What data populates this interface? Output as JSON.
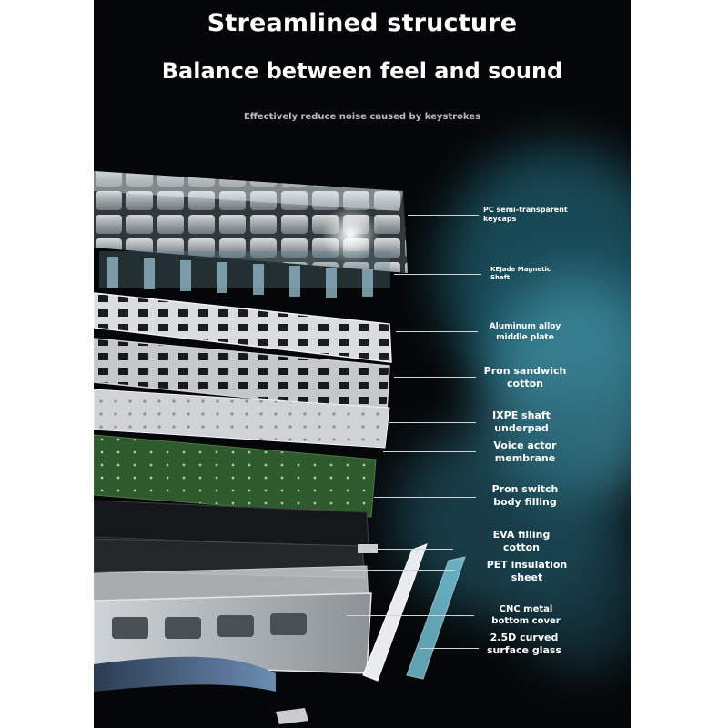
{
  "heading": {
    "title": "Streamlined structure",
    "subtitle": "Balance between feel and sound",
    "tagline": "Effectively reduce noise caused by keystrokes"
  },
  "layers": [
    {
      "line1": "PC semi-transparent",
      "line2": "keycaps"
    },
    {
      "line1": "KEJade Magnetic",
      "line2": "Shaft"
    },
    {
      "line1": "Aluminum alloy",
      "line2": "middle plate"
    },
    {
      "line1": "Pron sandwich",
      "line2": "cotton"
    },
    {
      "line1": "IXPE shaft",
      "line2": "underpad"
    },
    {
      "line1": "Voice actor",
      "line2": "membrane"
    },
    {
      "line1": "Pron switch",
      "line2": "body filling"
    },
    {
      "line1": "EVA filling",
      "line2": "cotton"
    },
    {
      "line1": "PET insulation",
      "line2": "sheet"
    },
    {
      "line1": "CNC metal",
      "line2": "bottom cover"
    },
    {
      "line1": "2.5D curved",
      "line2": "surface glass"
    }
  ],
  "colors": {
    "background": "#050607",
    "glow": "#4fa3b8",
    "pcb": "#2f5a2e",
    "plate": "#d6dadd",
    "accent_glass": "#7fd7ec"
  }
}
